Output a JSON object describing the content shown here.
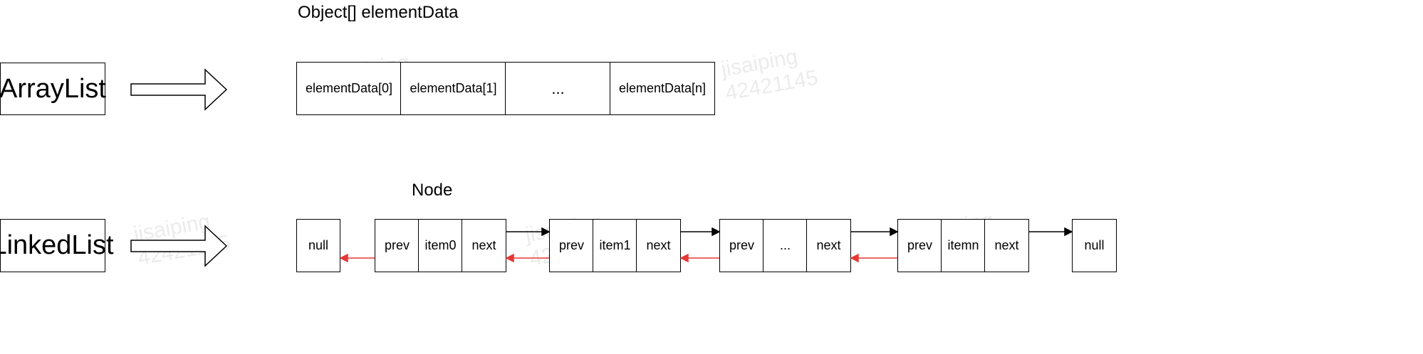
{
  "arraylist": {
    "label": "ArrayList",
    "caption": "Object[] elementData",
    "cells": [
      "elementData[0]",
      "elementData[1]",
      "...",
      "elementData[n]"
    ]
  },
  "linkedlist": {
    "label": "LinkedList",
    "caption": "Node",
    "head_null": "null",
    "tail_null": "null",
    "nodes": [
      {
        "prev": "prev",
        "item": "item0",
        "next": "next"
      },
      {
        "prev": "prev",
        "item": "item1",
        "next": "next"
      },
      {
        "prev": "prev",
        "item": "...",
        "next": "next"
      },
      {
        "prev": "prev",
        "item": "itemn",
        "next": "next"
      }
    ]
  },
  "watermarks": [
    "jisaiping\n42421145",
    "jisaiping\n42421145",
    "jisaiping\n42421145",
    "jisaiping\n42421145",
    "jisaiping\n42421145"
  ],
  "colors": {
    "next_arrow": "#000000",
    "prev_arrow": "#e53935"
  }
}
